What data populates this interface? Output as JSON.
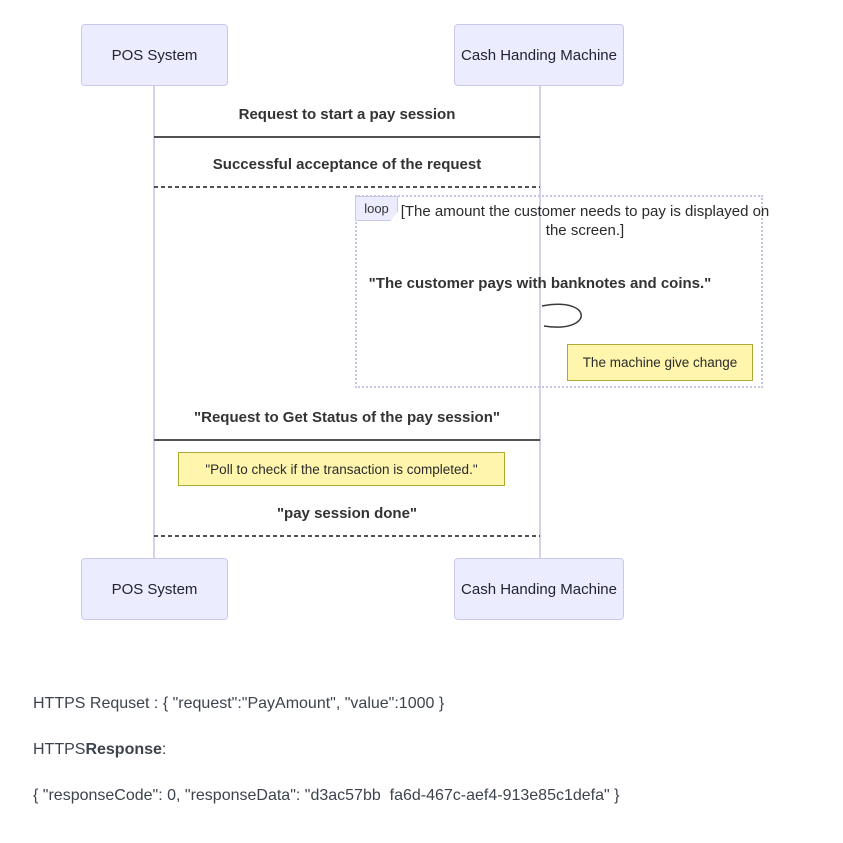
{
  "diagram": {
    "actors": [
      {
        "label": "POS System"
      },
      {
        "label": "Cash Handing Machine"
      }
    ],
    "messages": [
      {
        "label": "Request to start a pay session",
        "style": "solid",
        "from": "POS System",
        "to": "Cash Handing Machine"
      },
      {
        "label": "Successful acceptance of the request",
        "style": "dashed",
        "from": "Cash Handing Machine",
        "to": "POS System"
      },
      {
        "label": "\"The customer pays with banknotes and coins.\"",
        "style": "self",
        "from": "Cash Handing Machine",
        "to": "Cash Handing Machine"
      },
      {
        "label": "\"Request to Get Status of the pay session\"",
        "style": "solid",
        "from": "POS System",
        "to": "Cash Handing Machine"
      },
      {
        "label": "\"pay session done\"",
        "style": "dashed",
        "from": "Cash Handing Machine",
        "to": "POS System"
      }
    ],
    "loop": {
      "label": "loop",
      "condition_line1": "[The amount the customer needs to pay is displayed on",
      "condition_line2": "the screen.]"
    },
    "notes": [
      {
        "label": "The machine give change"
      },
      {
        "label": "\"Poll to check if the transaction is completed.\""
      }
    ]
  },
  "footer": {
    "request_line": "HTTPS Requset : { \"request\":\"PayAmount\", \"value\":1000 }",
    "response_prefix": "HTTPS",
    "response_bold": "Response",
    "response_suffix": ":",
    "response_body": "{ \"responseCode\": 0, \"responseData\": \"d3ac57bb  fa6d-467c-aef4-913e85c1defa\" }"
  },
  "colors": {
    "actor_fill": "#ECECFF",
    "actor_border": "#c9c9f0",
    "note_fill": "#fff5ad",
    "note_border": "#aaaa33",
    "lifeline": "#d6d1e8",
    "loop_border": "#c5c5e4",
    "message_line": "#3a3a3a"
  }
}
